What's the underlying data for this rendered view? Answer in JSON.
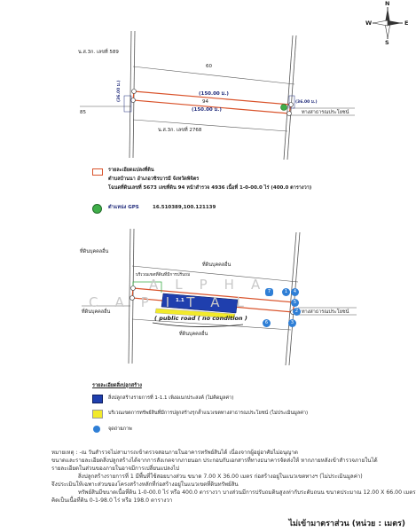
{
  "compass": {
    "n": "N",
    "s": "S",
    "e": "E",
    "w": "W"
  },
  "map1": {
    "label_nor_sor_top": "น.ส.3ก. เลขที่ 589",
    "label_nor_sor_bottom": "น.ส.3ก. เลขที่ 2768",
    "plot_top_number": "60",
    "plot_left_number": "85",
    "plot_main_number": "94",
    "dim_top": "(150.00 ม.)",
    "dim_bottom": "(150.00 ม.)",
    "dim_left": "(36.00 ม.)",
    "dim_right": "(36.00 ม.)",
    "road_label": "ทางสาธารณประโยชน์",
    "legend_title": "รายละเอียดแปลงที่ดิน",
    "legend_line2": "ตำบลบ้านนา อำเภอวชิรบารมี จังหวัดพิจิตร",
    "legend_line3": "โฉนดที่ดินเลขที่ 5673 เลขที่ดิน 94 หน้าสำรวจ 4936 เนื้อที่ 1-0-00.0 ไร่ (400.0 ตารางวา)",
    "gps_label": "ตำแหน่ง GPS",
    "gps_value": "16.510389,100.121139",
    "colors": {
      "boundary": "#d9532b",
      "road": "#555555",
      "gps": "#3fae49"
    }
  },
  "map2": {
    "label_left_top": "ที่ดินบุคคลอื่น",
    "label_mid_top": "ที่ดินบุคคลอื่น",
    "label_bottom": "ที่ดินบุคคลอื่น",
    "label_boundary_note": "บริเวณเขตที่ดินที่มีการปรับถม",
    "building_label": "1.1",
    "handwritten_note": "( public road ( no condition )",
    "road_label": "ทางสาธารณประโยชน์",
    "photo_points": [
      "1",
      "2",
      "3",
      "4",
      "5",
      "6",
      "7"
    ],
    "legend_title": "รายละเอียดสิ่งปลูกสร้าง",
    "legend_item1": "สิ่งปลูกสร้างรายการที่ 1-1.1 เพิงอเนกประสงค์ (ไม่คิดมูลค่า)",
    "legend_item2": "บริเวณเขตการทรัพย์สินที่มีการปลูกสร้างรุกล้ำแนวเขตทางสาธารณประโยชน์ (ไม่ประเมินมูลค่า)",
    "legend_item3": "จุดถ่ายภาพ",
    "colors": {
      "building": "#1f3fae",
      "encroach": "#f2ea2a",
      "photo": "#2f7fd6",
      "watermark": "#c9c9c9"
    },
    "watermark_top": "ALPHA",
    "watermark_bottom": "CAPITAL"
  },
  "notes": {
    "line1": "หมายเหตุ :   -ณ วันสำรวจไม่สามารถเข้าตรวจสอบภายในอาคารทรัพย์สินได้ เนื่องจากผู้อยู่อาศัยไม่อนุญาต",
    "line2": "ขนาดและรายละเอียดสิ่งปลูกสร้างได้จากการสังเกตจากภายนอก ประกอบกับเอกสารที่ทางธนาคารจัดส่งให้ หากภายหลังเข้าสำรวจภายในได้",
    "line3": "รายละเอียดในส่วนของภายในอาจมีการเปลี่ยนแปลงไป",
    "line4": "สิ่งปลูกสร้างรายการที่ 1 มีพื้นที่ใช้สอยบางส่วน ขนาด 7.00 X 36.00 เมตร ก่อสร้างอยู่ในแนวเขตทางฯ (ไม่ประเมินมูลค่า)",
    "line5": "จึงประเมินให้เฉพาะส่วนของโครงสร้างหลักที่ก่อสร้างอยู่ในแนวเขตที่ดินทรัพย์สิน",
    "line6": "ทรัพย์สินมีขนาดเนื้อที่ดิน 1-0-00.0 ไร่ หรือ 400.0 ตารางวา บางส่วนมีการปรับถมดินสูงเท่ากับระดับถนน ขนาดประมาณ 12.00 X 66.00 เมตร",
    "line7": "คิดเป็นเนื้อที่ดิน 0-1-98.0 ไร่ หรือ 198.0 ตารางวา",
    "scale_note": "ไม่เข้ามาตราส่วน (หน่วย : เมตร)"
  }
}
